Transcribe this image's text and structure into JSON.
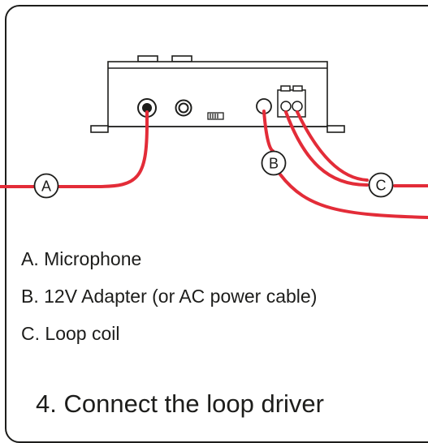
{
  "callouts": {
    "a": "A",
    "b": "B",
    "c": "C"
  },
  "legend": [
    {
      "letter": "A",
      "text": ". Microphone"
    },
    {
      "letter": "B",
      "text": ". 12V Adapter (or AC power cable)"
    },
    {
      "letter": "C",
      "text": ". Loop coil"
    }
  ],
  "step_title": "4. Connect the loop driver",
  "colors": {
    "cable": "#e32c38",
    "outline": "#1d1d1b",
    "background": "#ffffff"
  }
}
